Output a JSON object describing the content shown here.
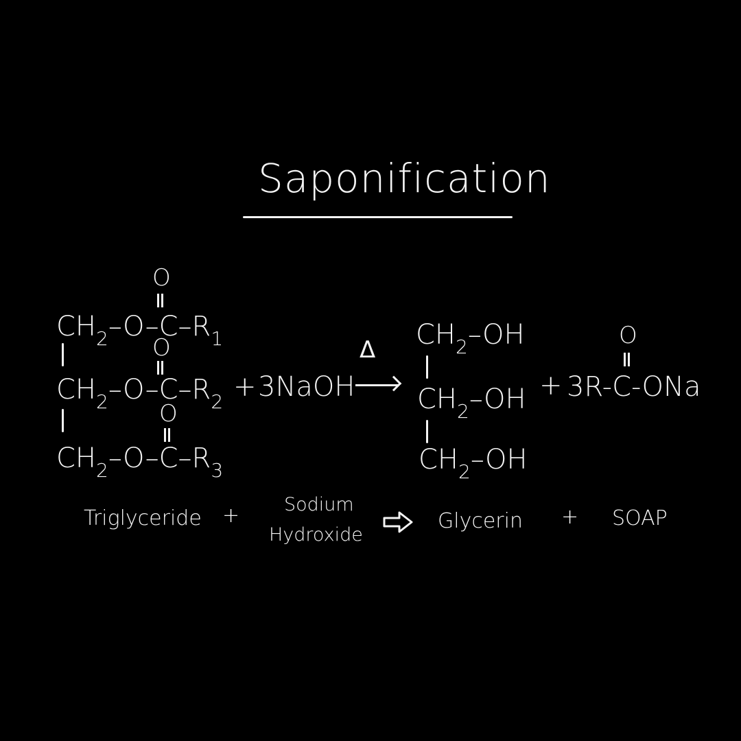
{
  "title": "Saponification",
  "reactants": {
    "triglyceride": {
      "rows": [
        {
          "ch2": "CH",
          "sub": "2",
          "bond1": "–",
          "o": "O",
          "bond2": "–",
          "c": "C",
          "bond3": "–",
          "r": "R",
          "r_sub": "1",
          "carbonyl_o": "O"
        },
        {
          "ch2": "CH",
          "sub": "2",
          "bond1": "–",
          "o": "O",
          "bond2": "–",
          "c": "C",
          "bond3": "–",
          "r": "R",
          "r_sub": "2",
          "carbonyl_o": "O"
        },
        {
          "ch2": "CH",
          "sub": "2",
          "bond1": "–",
          "o": "O",
          "bond2": "–",
          "c": "C",
          "bond3": "–",
          "r": "R",
          "r_sub": "3",
          "carbonyl_o": "O"
        }
      ]
    },
    "plus": "+",
    "naoh": "3NaOH"
  },
  "reaction_arrow": {
    "condition": "Δ"
  },
  "products": {
    "glycerin": {
      "rows": [
        {
          "ch2": "CH",
          "sub": "2",
          "bond": "–",
          "oh": "OH"
        },
        {
          "ch2": "CH",
          "sub": "2",
          "bond": "–",
          "oh": "OH"
        },
        {
          "ch2": "CH",
          "sub": "2",
          "bond": "–",
          "oh": "OH"
        }
      ]
    },
    "plus": "+",
    "soap": {
      "coefficient_r": "3R",
      "bond1": "-",
      "c": "C",
      "bond2": "-",
      "ona": "ONa",
      "carbonyl_o": "O"
    }
  },
  "word_equation": {
    "reactant1": "Triglyceride",
    "plus1": "+",
    "reactant2_line1": "Sodium",
    "reactant2_line2": "Hydroxide",
    "arrow": "hollow-right-arrow",
    "product1": "Glycerin",
    "plus2": "+",
    "product2": "SOAP"
  },
  "colors": {
    "background": "#000000",
    "ink": "#f4f4f4"
  }
}
